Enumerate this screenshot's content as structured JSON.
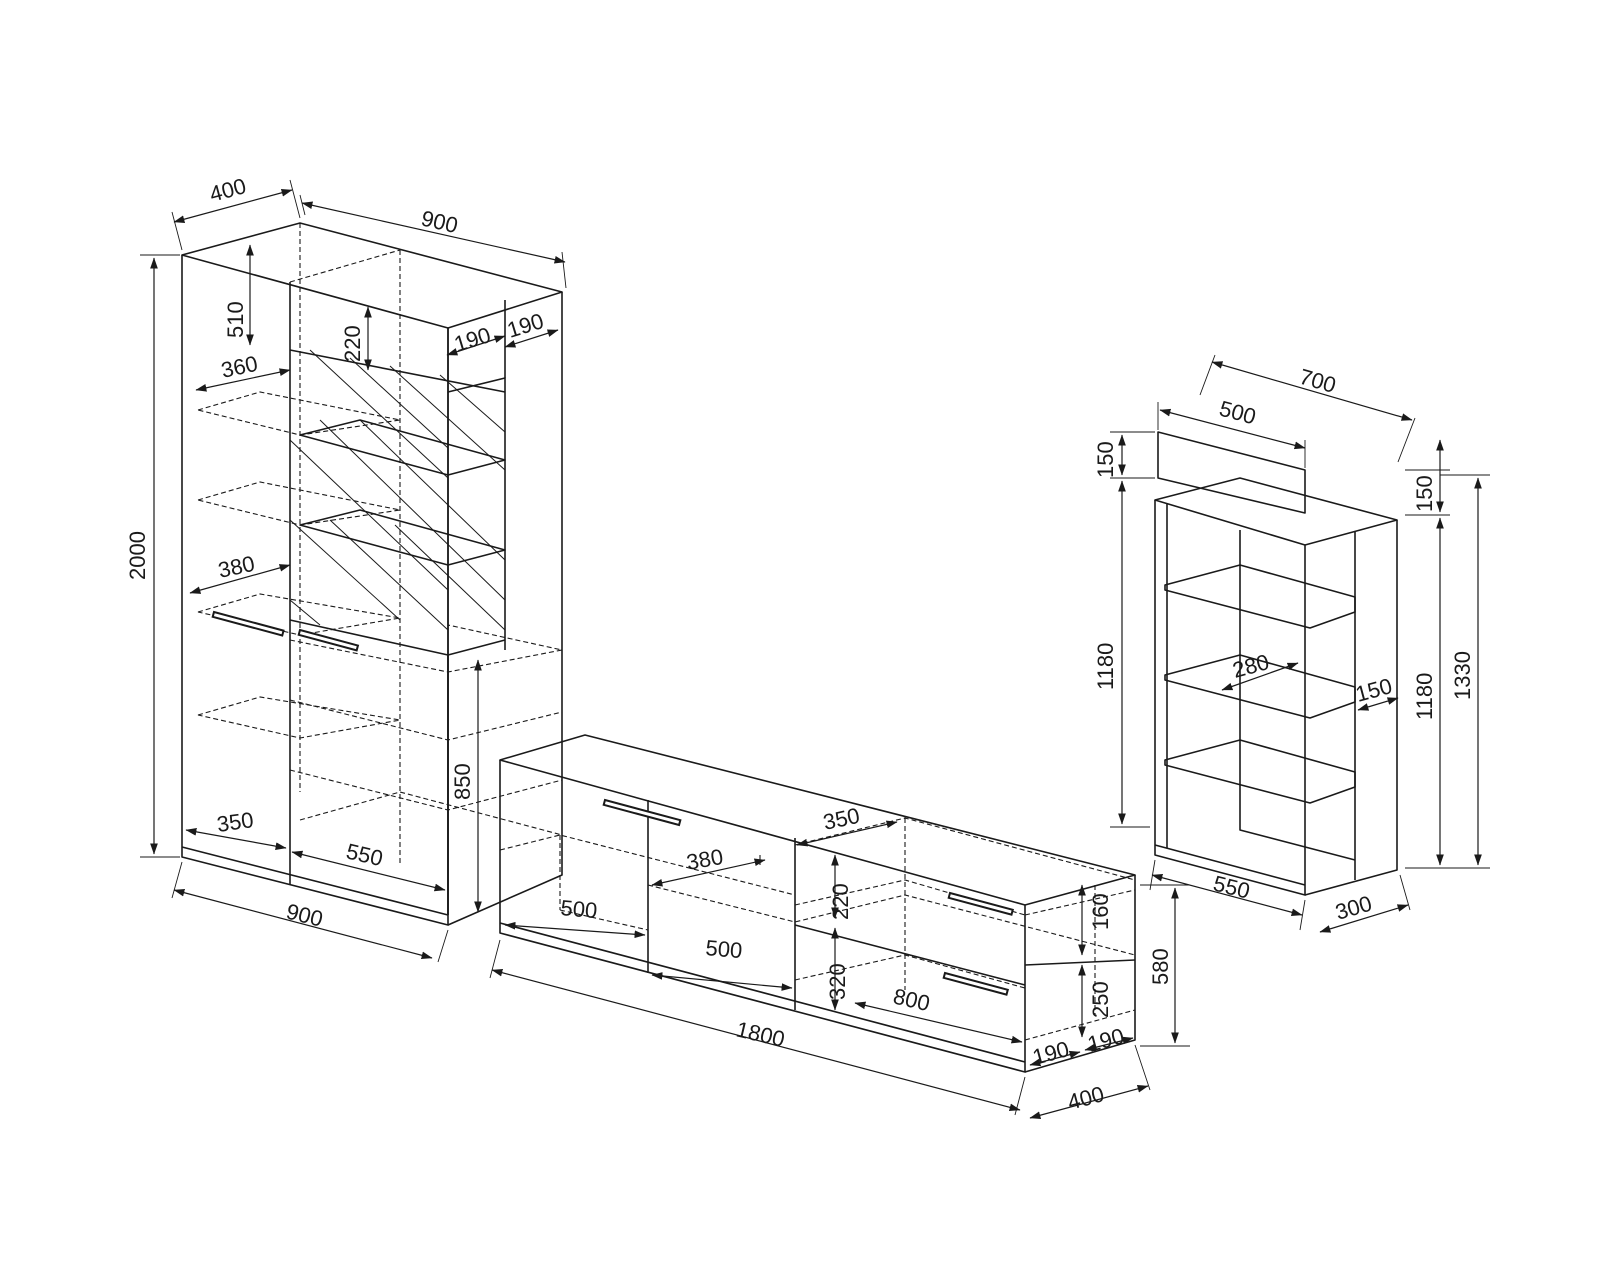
{
  "colors": {
    "line": "#1a1a1a",
    "background": "#ffffff"
  },
  "tall_cabinet": {
    "width_top": "900",
    "depth_top": "400",
    "height": "2000",
    "top_compartment": "510",
    "top_inner": "220",
    "top_side_left": "190",
    "top_side_right": "190",
    "shelf_depth_upper": "360",
    "shelf_depth_middle": "380",
    "lower_door_height": "850",
    "bottom_depth": "350",
    "bottom_inner_width": "550",
    "width_bottom": "900"
  },
  "tv_unit": {
    "length": "1800",
    "depth": "400",
    "height": "580",
    "left_section_width": "500",
    "middle_section_width": "500",
    "inner_depth": "380",
    "drawer_depth": "350",
    "drawer_top_height": "220",
    "drawer_bottom_height": "320",
    "drawer_width": "800",
    "right_top_height": "160",
    "right_bottom_height": "250",
    "right_side_left": "190",
    "right_side_right": "190"
  },
  "bookshelf": {
    "top_width": "700",
    "back_panel_width": "500",
    "back_panel_height": "150",
    "left_body_height": "1180",
    "right_top_height": "150",
    "right_body_height": "1180",
    "total_height": "1330",
    "shelf_depth": "280",
    "side_depth": "150",
    "width": "550",
    "depth": "300"
  }
}
